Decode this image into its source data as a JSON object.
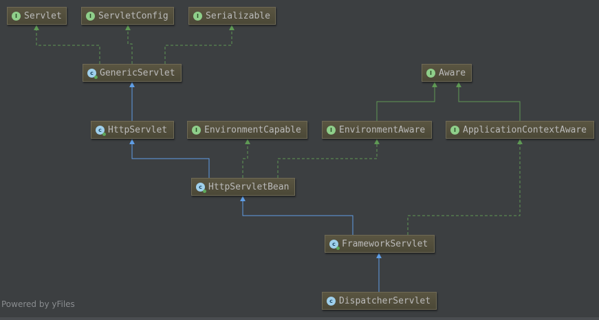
{
  "diagram": {
    "nodes": [
      {
        "id": "servlet",
        "label": "Servlet",
        "kind": "interface",
        "badge": "I"
      },
      {
        "id": "servletconfig",
        "label": "ServletConfig",
        "kind": "interface",
        "badge": "I"
      },
      {
        "id": "serializable",
        "label": "Serializable",
        "kind": "interface",
        "badge": "I"
      },
      {
        "id": "genericservlet",
        "label": "GenericServlet",
        "kind": "abstract",
        "badge": "c"
      },
      {
        "id": "aware",
        "label": "Aware",
        "kind": "interface",
        "badge": "I"
      },
      {
        "id": "httpservlet",
        "label": "HttpServlet",
        "kind": "abstract",
        "badge": "c"
      },
      {
        "id": "environmentcapable",
        "label": "EnvironmentCapable",
        "kind": "interface",
        "badge": "I"
      },
      {
        "id": "environmentaware",
        "label": "EnvironmentAware",
        "kind": "interface",
        "badge": "I"
      },
      {
        "id": "applicationcontextaware",
        "label": "ApplicationContextAware",
        "kind": "interface",
        "badge": "I"
      },
      {
        "id": "httpservletbean",
        "label": "HttpServletBean",
        "kind": "abstract",
        "badge": "c"
      },
      {
        "id": "frameworkservlet",
        "label": "FrameworkServlet",
        "kind": "abstract",
        "badge": "c"
      },
      {
        "id": "dispatcherservlet",
        "label": "DispatcherServlet",
        "kind": "class",
        "badge": "c"
      }
    ],
    "edges": [
      {
        "from": "genericservlet",
        "to": "servlet",
        "type": "implements"
      },
      {
        "from": "genericservlet",
        "to": "servletconfig",
        "type": "implements"
      },
      {
        "from": "genericservlet",
        "to": "serializable",
        "type": "implements"
      },
      {
        "from": "httpservlet",
        "to": "genericservlet",
        "type": "extends"
      },
      {
        "from": "environmentaware",
        "to": "aware",
        "type": "extends-interface"
      },
      {
        "from": "applicationcontextaware",
        "to": "aware",
        "type": "extends-interface"
      },
      {
        "from": "httpservletbean",
        "to": "httpservlet",
        "type": "extends"
      },
      {
        "from": "httpservletbean",
        "to": "environmentcapable",
        "type": "implements"
      },
      {
        "from": "httpservletbean",
        "to": "environmentaware",
        "type": "implements"
      },
      {
        "from": "frameworkservlet",
        "to": "httpservletbean",
        "type": "extends"
      },
      {
        "from": "frameworkservlet",
        "to": "applicationcontextaware",
        "type": "implements"
      },
      {
        "from": "dispatcherservlet",
        "to": "frameworkservlet",
        "type": "extends"
      }
    ],
    "colors": {
      "extends": "#5f9ee6",
      "implements": "#5f9a55",
      "extends-interface": "#5f9a55"
    }
  },
  "watermark": "Powered by yFiles"
}
